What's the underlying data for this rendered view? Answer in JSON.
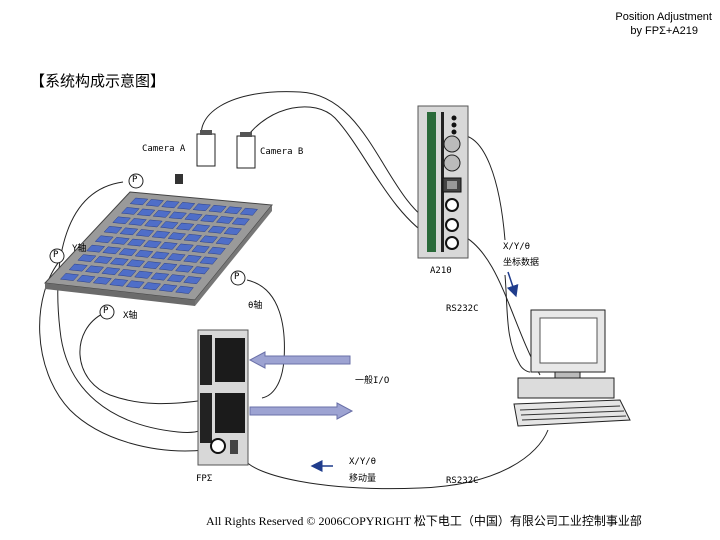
{
  "header": {
    "line1": "Position Adjustment",
    "line2": "by  FPΣ+A219"
  },
  "title": "【系统构成示意图】",
  "labels": {
    "camera_a": "Camera A",
    "camera_b": "Camera B",
    "y_axis": "Y轴",
    "x_axis": "X轴",
    "theta_axis": "θ轴",
    "a210": "A210",
    "xy_coord_1": "X/Y/θ",
    "xy_coord_2": "坐标数据",
    "rs232c_top": "RS232C",
    "general_io": "一般I/O",
    "xy_move_1": "X/Y/θ",
    "xy_move_2": "移动量",
    "fp_sigma": "FPΣ",
    "rs232c_bottom": "RS232C",
    "p_symbol": "P"
  },
  "footer": "All Rights Reserved © 2006COPYRIGHT 松下电工（中国）有限公司工业控制事业部",
  "colors": {
    "cell": "#4f6ec8",
    "plate": "#9a9a9a",
    "arrow": "#9da3d2",
    "device": "#d8d8d8",
    "dark": "#1b1b1b",
    "pointer": "#1f3c8c"
  }
}
